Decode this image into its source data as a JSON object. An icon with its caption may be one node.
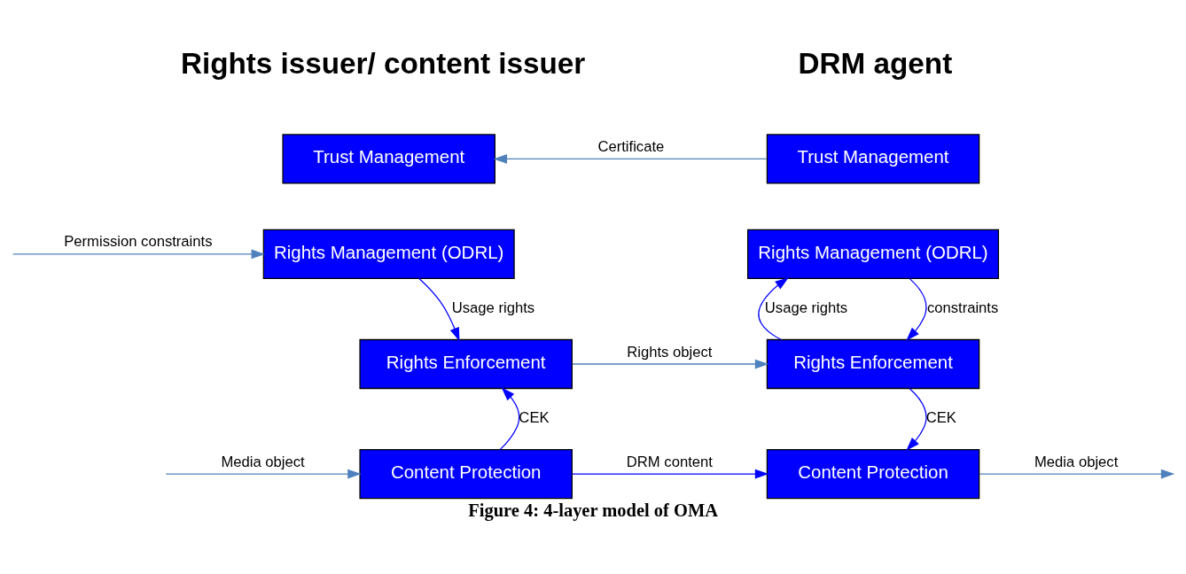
{
  "diagram": {
    "caption": "Figure 4: 4-layer model of OMA",
    "nodes": [
      {
        "text": [
          "Trust Management"
        ]
      },
      {
        "text": [
          "Rights Management (ODRL)"
        ]
      },
      {
        "text": [
          "Rights Enforcement"
        ]
      },
      {
        "text": [
          "Content Protection"
        ]
      },
      {
        "text": [
          "Trust Management"
        ]
      },
      {
        "text": [
          "Rights Management (ODRL)"
        ]
      },
      {
        "text": [
          "Rights Enforcement"
        ]
      },
      {
        "text": [
          "Content Protection"
        ]
      }
    ],
    "edges": [
      {
        "from": 4,
        "to": 0,
        "arrow": "to",
        "label": "Certificate",
        "color": "#4f81bd"
      },
      {
        "from": null,
        "to": 1,
        "arrow": "to",
        "label": "Permission constraints",
        "color": "#4f81bd"
      },
      {
        "from": 1,
        "to": 2,
        "arrow": "to",
        "label": "Usage rights"
      },
      {
        "from": 3,
        "to": 2,
        "arrow": "to",
        "label": "CEK"
      },
      {
        "from": null,
        "to": 3,
        "arrow": "to",
        "label": "Media object",
        "color": "#4f81bd"
      },
      {
        "from": 2,
        "to": 6,
        "arrow": "to",
        "label": "Rights object",
        "color": "#4f81bd"
      },
      {
        "from": 6,
        "to": 5,
        "arrow": "to",
        "label": "Usage rights"
      },
      {
        "from": 5,
        "to": 6,
        "arrow": "to",
        "label": "constraints"
      },
      {
        "from": 6,
        "to": 7,
        "arrow": "to",
        "label": "CEK"
      },
      {
        "from": 3,
        "to": 7,
        "arrow": "to",
        "label": "DRM content"
      },
      {
        "from": 7,
        "to": null,
        "arrow": "to",
        "label": "Media object",
        "color": "#4f81bd"
      }
    ],
    "labels": [
      "Rights issuer/ content issuer",
      "DRM agent"
    ]
  }
}
